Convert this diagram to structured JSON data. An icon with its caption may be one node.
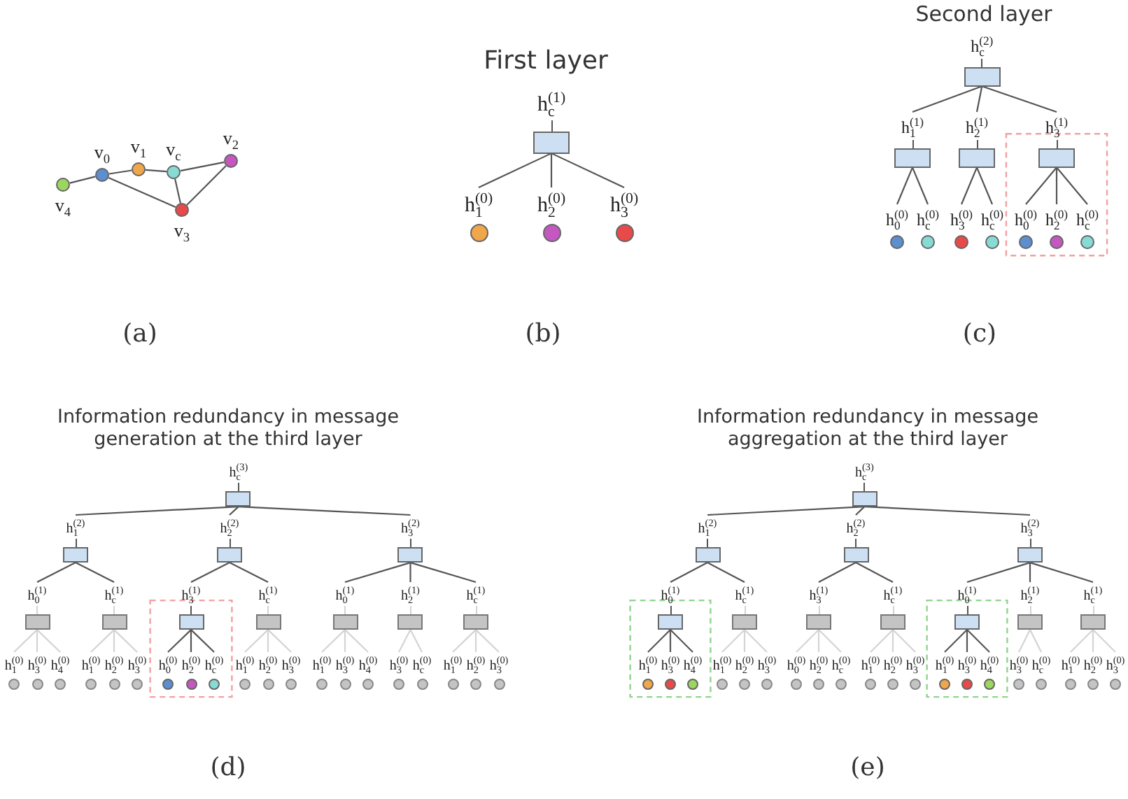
{
  "diagram": {
    "nodes": [
      {
        "text": [
          "v$_{4}$"
        ]
      },
      {
        "text": [
          "v$_{0}$"
        ]
      },
      {
        "text": [
          "v$_{1}$"
        ]
      },
      {
        "text": [
          "v$_{c}$"
        ]
      },
      {
        "text": [
          "v$_{2}$"
        ]
      },
      {
        "text": [
          "v$_{3}$"
        ]
      },
      {
        "text": [
          "h$_{c}$$^{(1)}$"
        ]
      },
      {
        "text": [
          "h$_{1}$$^{(0)}$"
        ]
      },
      {
        "text": [
          "h$_{2}$$^{(0)}$"
        ]
      },
      {
        "text": [
          "h$_{3}$$^{(0)}$"
        ]
      },
      {
        "text": [
          "h$_{c}$$^{(2)}$"
        ]
      },
      {
        "text": [
          "h$_{1}$$^{(1)}$"
        ]
      },
      {
        "text": [
          "h$_{2}$$^{(1)}$"
        ]
      },
      {
        "text": [
          "h$_{3}$$^{(1)}$"
        ]
      },
      {
        "text": [
          "h$_{0}$$^{(0)}$"
        ]
      },
      {
        "text": [
          "h$_{c}$$^{(0)}$"
        ]
      },
      {
        "text": [
          "h$_{3}$$^{(0)}$"
        ]
      },
      {
        "text": [
          "h$_{c}$$^{(0)}$"
        ]
      },
      {
        "text": [
          "h$_{0}$$^{(0)}$"
        ]
      },
      {
        "text": [
          "h$_{2}$$^{(0)}$"
        ]
      },
      {
        "text": [
          "h$_{c}$$^{(0)}$"
        ]
      },
      {
        "text": [
          "h$_{c}$$^{(3)}$"
        ]
      },
      {
        "text": [
          "h$_{1}$$^{(2)}$"
        ]
      },
      {
        "text": [
          "h$_{2}$$^{(2)}$"
        ]
      },
      {
        "text": [
          "h$_{3}$$^{(2)}$"
        ]
      },
      {
        "text": [
          "h$_{0}$$^{(1)}$"
        ]
      },
      {
        "text": [
          "h$_{c}$$^{(1)}$"
        ]
      },
      {
        "text": [
          "h$_{3}$$^{(1)}$"
        ]
      },
      {
        "text": [
          "h$_{c}$$^{(1)}$"
        ]
      },
      {
        "text": [
          "h$_{0}$$^{(1)}$"
        ]
      },
      {
        "text": [
          "h$_{2}$$^{(1)}$"
        ]
      },
      {
        "text": [
          "h$_{c}$$^{(1)}$"
        ]
      },
      {
        "text": [
          "h$_{1}$$^{(0)}$"
        ]
      },
      {
        "text": [
          "h$_{3}$$^{(0)}$"
        ]
      },
      {
        "text": [
          "h$_{4}$$^{(0)}$"
        ]
      },
      {
        "text": [
          "h$_{1}$$^{(0)}$"
        ]
      },
      {
        "text": [
          "h$_{2}$$^{(0)}$"
        ]
      },
      {
        "text": [
          "h$_{3}$$^{(0)}$"
        ]
      },
      {
        "text": [
          "h$_{0}$$^{(0)}$"
        ]
      },
      {
        "text": [
          "h$_{2}$$^{(0)}$"
        ]
      },
      {
        "text": [
          "h$_{c}$$^{(0)}$"
        ]
      },
      {
        "text": [
          "h$_{1}$$^{(0)}$"
        ]
      },
      {
        "text": [
          "h$_{2}$$^{(0)}$"
        ]
      },
      {
        "text": [
          "h$_{3}$$^{(0)}$"
        ]
      },
      {
        "text": [
          "h$_{1}$$^{(0)}$"
        ]
      },
      {
        "text": [
          "h$_{3}$$^{(0)}$"
        ]
      },
      {
        "text": [
          "h$_{4}$$^{(0)}$"
        ]
      },
      {
        "text": [
          "h$_{3}$$^{(0)}$"
        ]
      },
      {
        "text": [
          "h$_{c}$$^{(0)}$"
        ]
      },
      {
        "text": [
          "h$_{1}$$^{(0)}$"
        ]
      },
      {
        "text": [
          "h$_{2}$$^{(0)}$"
        ]
      },
      {
        "text": [
          "h$_{3}$$^{(0)}$"
        ]
      },
      {
        "text": [
          "h$_{c}$$^{(3)}$"
        ]
      },
      {
        "text": [
          "h$_{1}$$^{(2)}$"
        ]
      },
      {
        "text": [
          "h$_{2}$$^{(2)}$"
        ]
      },
      {
        "text": [
          "h$_{3}$$^{(2)}$"
        ]
      },
      {
        "text": [
          "h$_{0}$$^{(1)}$"
        ]
      },
      {
        "text": [
          "h$_{c}$$^{(1)}$"
        ]
      },
      {
        "text": [
          "h$_{3}$$^{(1)}$"
        ]
      },
      {
        "text": [
          "h$_{c}$$^{(1)}$"
        ]
      },
      {
        "text": [
          "h$_{0}$$^{(1)}$"
        ]
      },
      {
        "text": [
          "h$_{2}$$^{(1)}$"
        ]
      },
      {
        "text": [
          "h$_{c}$$^{(1)}$"
        ]
      },
      {
        "text": [
          "h$_{1}$$^{(0)}$"
        ]
      },
      {
        "text": [
          "h$_{3}$$^{(0)}$"
        ]
      },
      {
        "text": [
          "h$_{4}$$^{(0)}$"
        ]
      },
      {
        "text": [
          "h$_{1}$$^{(0)}$"
        ]
      },
      {
        "text": [
          "h$_{2}$$^{(0)}$"
        ]
      },
      {
        "text": [
          "h$_{3}$$^{(0)}$"
        ]
      },
      {
        "text": [
          "h$_{0}$$^{(0)}$"
        ]
      },
      {
        "text": [
          "h$_{2}$$^{(0)}$"
        ]
      },
      {
        "text": [
          "h$_{c}$$^{(0)}$"
        ]
      },
      {
        "text": [
          "h$_{1}$$^{(0)}$"
        ]
      },
      {
        "text": [
          "h$_{2}$$^{(0)}$"
        ]
      },
      {
        "text": [
          "h$_{3}$$^{(0)}$"
        ]
      },
      {
        "text": [
          "h$_{1}$$^{(0)}$"
        ]
      },
      {
        "text": [
          "h$_{3}$$^{(0)}$"
        ]
      },
      {
        "text": [
          "h$_{4}$$^{(0)}$"
        ]
      },
      {
        "text": [
          "h$_{3}$$^{(0)}$"
        ]
      },
      {
        "text": [
          "h$_{c}$$^{(0)}$"
        ]
      },
      {
        "text": [
          "h$_{1}$$^{(0)}$"
        ]
      },
      {
        "text": [
          "h$_{2}$$^{(0)}$"
        ]
      },
      {
        "text": [
          "h$_{3}$$^{(0)}$"
        ]
      }
    ],
    "edges": [
      {
        "from": 0,
        "to": 1,
        "arrow": "none"
      },
      {
        "from": 1,
        "to": 2,
        "arrow": "none"
      },
      {
        "from": 2,
        "to": 3,
        "arrow": "none"
      },
      {
        "from": 3,
        "to": 4,
        "arrow": "none"
      },
      {
        "from": 1,
        "to": 5,
        "arrow": "none"
      },
      {
        "from": 3,
        "to": 5,
        "arrow": "none"
      },
      {
        "from": 5,
        "to": 4,
        "arrow": "none"
      },
      {
        "from": 6,
        "to": 7,
        "arrow": "none"
      },
      {
        "from": 6,
        "to": 8,
        "arrow": "none"
      },
      {
        "from": 6,
        "to": 9,
        "arrow": "none"
      },
      {
        "from": 10,
        "to": 11,
        "arrow": "none"
      },
      {
        "from": 10,
        "to": 12,
        "arrow": "none"
      },
      {
        "from": 10,
        "to": 13,
        "arrow": "none"
      },
      {
        "from": 11,
        "to": 14,
        "arrow": "none"
      },
      {
        "from": 11,
        "to": 15,
        "arrow": "none"
      },
      {
        "from": 12,
        "to": 16,
        "arrow": "none"
      },
      {
        "from": 12,
        "to": 17,
        "arrow": "none"
      },
      {
        "from": 13,
        "to": 18,
        "arrow": "none"
      },
      {
        "from": 13,
        "to": 19,
        "arrow": "none"
      },
      {
        "from": 13,
        "to": 20,
        "arrow": "none"
      },
      {
        "from": 21,
        "to": 22,
        "arrow": "none"
      },
      {
        "from": 21,
        "to": 23,
        "arrow": "none"
      },
      {
        "from": 21,
        "to": 24,
        "arrow": "none"
      },
      {
        "from": 22,
        "to": 25,
        "arrow": "none"
      },
      {
        "from": 22,
        "to": 26,
        "arrow": "none"
      },
      {
        "from": 23,
        "to": 27,
        "arrow": "none"
      },
      {
        "from": 23,
        "to": 28,
        "arrow": "none"
      },
      {
        "from": 24,
        "to": 29,
        "arrow": "none"
      },
      {
        "from": 24,
        "to": 30,
        "arrow": "none"
      },
      {
        "from": 24,
        "to": 31,
        "arrow": "none"
      },
      {
        "from": 25,
        "to": 32,
        "arrow": "none",
        "color": "#d4d4d4"
      },
      {
        "from": 25,
        "to": 33,
        "arrow": "none",
        "color": "#d4d4d4"
      },
      {
        "from": 25,
        "to": 34,
        "arrow": "none",
        "color": "#d4d4d4"
      },
      {
        "from": 26,
        "to": 35,
        "arrow": "none",
        "color": "#d4d4d4"
      },
      {
        "from": 26,
        "to": 36,
        "arrow": "none",
        "color": "#d4d4d4"
      },
      {
        "from": 26,
        "to": 37,
        "arrow": "none",
        "color": "#d4d4d4"
      },
      {
        "from": 27,
        "to": 38,
        "arrow": "none"
      },
      {
        "from": 27,
        "to": 39,
        "arrow": "none"
      },
      {
        "from": 27,
        "to": 40,
        "arrow": "none"
      },
      {
        "from": 28,
        "to": 41,
        "arrow": "none",
        "color": "#d4d4d4"
      },
      {
        "from": 28,
        "to": 42,
        "arrow": "none",
        "color": "#d4d4d4"
      },
      {
        "from": 28,
        "to": 43,
        "arrow": "none",
        "color": "#d4d4d4"
      },
      {
        "from": 29,
        "to": 44,
        "arrow": "none",
        "color": "#d4d4d4"
      },
      {
        "from": 29,
        "to": 45,
        "arrow": "none",
        "color": "#d4d4d4"
      },
      {
        "from": 29,
        "to": 46,
        "arrow": "none",
        "color": "#d4d4d4"
      },
      {
        "from": 30,
        "to": 47,
        "arrow": "none",
        "color": "#d4d4d4"
      },
      {
        "from": 30,
        "to": 48,
        "arrow": "none",
        "color": "#d4d4d4"
      },
      {
        "from": 31,
        "to": 49,
        "arrow": "none",
        "color": "#d4d4d4"
      },
      {
        "from": 31,
        "to": 50,
        "arrow": "none",
        "color": "#d4d4d4"
      },
      {
        "from": 31,
        "to": 51,
        "arrow": "none",
        "color": "#d4d4d4"
      },
      {
        "from": 52,
        "to": 53,
        "arrow": "none"
      },
      {
        "from": 52,
        "to": 54,
        "arrow": "none"
      },
      {
        "from": 52,
        "to": 55,
        "arrow": "none"
      },
      {
        "from": 53,
        "to": 56,
        "arrow": "none"
      },
      {
        "from": 53,
        "to": 57,
        "arrow": "none"
      },
      {
        "from": 54,
        "to": 58,
        "arrow": "none"
      },
      {
        "from": 54,
        "to": 59,
        "arrow": "none"
      },
      {
        "from": 55,
        "to": 60,
        "arrow": "none"
      },
      {
        "from": 55,
        "to": 61,
        "arrow": "none"
      },
      {
        "from": 55,
        "to": 62,
        "arrow": "none"
      },
      {
        "from": 56,
        "to": 63,
        "arrow": "none"
      },
      {
        "from": 56,
        "to": 64,
        "arrow": "none"
      },
      {
        "from": 56,
        "to": 65,
        "arrow": "none"
      },
      {
        "from": 57,
        "to": 66,
        "arrow": "none",
        "color": "#d4d4d4"
      },
      {
        "from": 57,
        "to": 67,
        "arrow": "none",
        "color": "#d4d4d4"
      },
      {
        "from": 57,
        "to": 68,
        "arrow": "none",
        "color": "#d4d4d4"
      },
      {
        "from": 58,
        "to": 69,
        "arrow": "none",
        "color": "#d4d4d4"
      },
      {
        "from": 58,
        "to": 70,
        "arrow": "none",
        "color": "#d4d4d4"
      },
      {
        "from": 58,
        "to": 71,
        "arrow": "none",
        "color": "#d4d4d4"
      },
      {
        "from": 59,
        "to": 72,
        "arrow": "none",
        "color": "#d4d4d4"
      },
      {
        "from": 59,
        "to": 73,
        "arrow": "none",
        "color": "#d4d4d4"
      },
      {
        "from": 59,
        "to": 74,
        "arrow": "none",
        "color": "#d4d4d4"
      },
      {
        "from": 60,
        "to": 75,
        "arrow": "none"
      },
      {
        "from": 60,
        "to": 76,
        "arrow": "none"
      },
      {
        "from": 60,
        "to": 77,
        "arrow": "none"
      },
      {
        "from": 61,
        "to": 78,
        "arrow": "none",
        "color": "#d4d4d4"
      },
      {
        "from": 61,
        "to": 79,
        "arrow": "none",
        "color": "#d4d4d4"
      },
      {
        "from": 62,
        "to": 80,
        "arrow": "none",
        "color": "#d4d4d4"
      },
      {
        "from": 62,
        "to": 81,
        "arrow": "none",
        "color": "#d4d4d4"
      },
      {
        "from": 62,
        "to": 82,
        "arrow": "none",
        "color": "#d4d4d4"
      }
    ],
    "labels": [
      "First layer",
      "Second layer",
      "(a)",
      "(b)",
      "(c)",
      "Information redundancy in message generation at the third layer",
      "Information redundancy in message aggregation at the third layer",
      "(d)",
      "(e)"
    ]
  }
}
